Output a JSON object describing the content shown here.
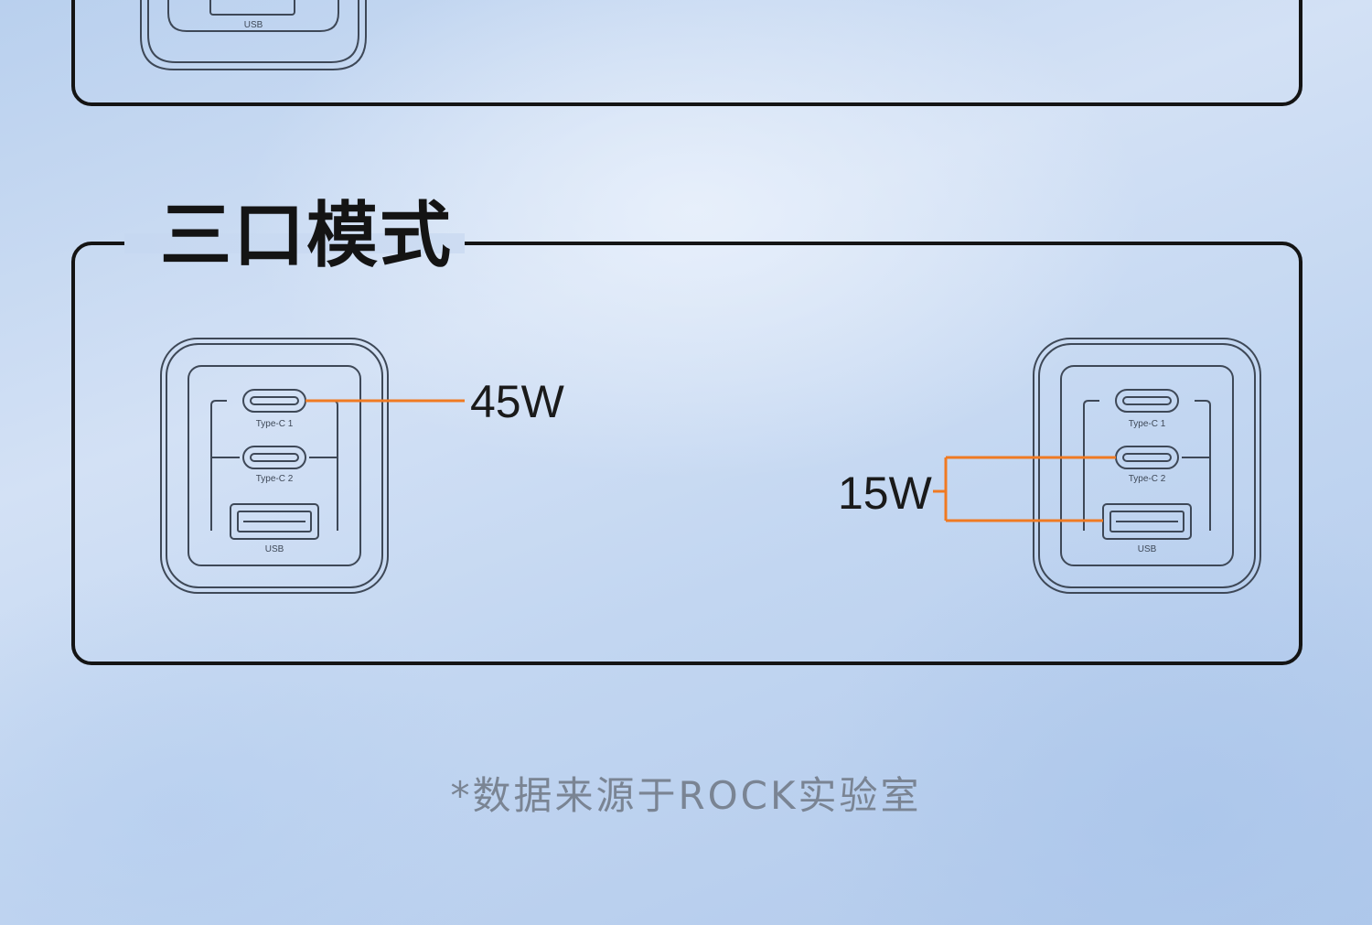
{
  "section": {
    "title": "三口模式"
  },
  "charger": {
    "port_labels": {
      "type_c1": "Type-C 1",
      "type_c2": "Type-C 2",
      "usb": "USB"
    }
  },
  "outputs": {
    "left": "45W",
    "right": "15W"
  },
  "footnote": "*数据来源于ROCK实验室",
  "colors": {
    "accent": "#f07a22",
    "outline": "#141414",
    "device_stroke": "#3e4857"
  }
}
